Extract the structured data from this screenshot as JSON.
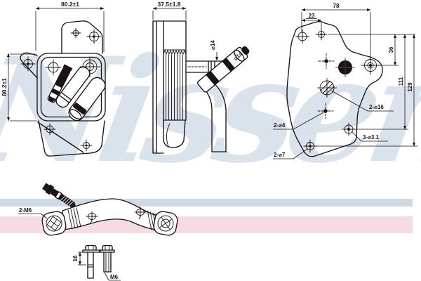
{
  "watermark": {
    "text": "Nissens"
  },
  "colors": {
    "line": "#1a1216",
    "stripe_blue": "#cdd9e3",
    "stripe_pink": "#f6dce1",
    "watermark": "#d9e2eb"
  },
  "drawing": {
    "front": {
      "width_dim": "80.2±1",
      "height_dim": "80.2±1"
    },
    "side": {
      "depth_dim": "37.5±1.8",
      "port1_dim": "⌀14",
      "port2_dim": "⌀14"
    },
    "rear": {
      "width_dim": "78",
      "offset_dim": "23",
      "dim36": "36",
      "dim111": "111",
      "dim129": "129",
      "label_16": "2-⌀16",
      "label_4": "2-⌀4",
      "label_31": "3-⌀3.1",
      "label_7": "2-⌀7"
    },
    "bracket": {
      "label": "2-M6"
    },
    "bolts": {
      "length_dim": "16",
      "thread_label": "M6"
    }
  }
}
